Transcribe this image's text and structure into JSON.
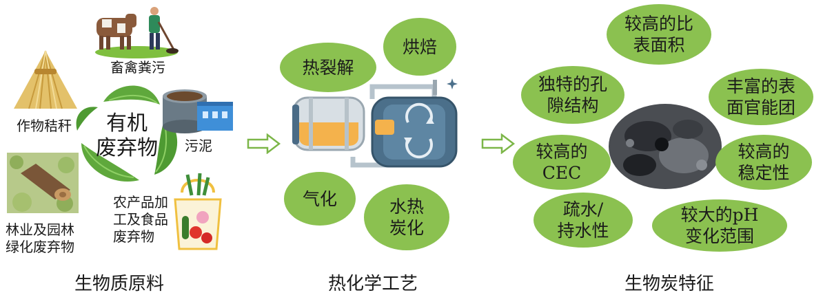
{
  "sections": {
    "feedstock": {
      "caption": "生物质原料",
      "center": "有机\n废弃物",
      "items": [
        "畜禽粪污",
        "作物秸秆",
        "污泥",
        "林业及园林\n绿化废弃物",
        "农产品加\n工及食品\n废弃物"
      ]
    },
    "process": {
      "caption": "热化学工艺",
      "methods": [
        "热裂解",
        "烘焙",
        "气化",
        "水热\n炭化"
      ]
    },
    "features": {
      "caption": "生物炭特征",
      "items": [
        "较高的比\n表面积",
        "独特的孔\n隙结构",
        "丰富的表\n面官能团",
        "较高的\nCEC",
        "较高的\n稳定性",
        "疏水/\n持水性",
        "较大的pH\n变化范围"
      ]
    }
  },
  "colors": {
    "ellipse": "#8bc150",
    "leaf": "#5fa83c",
    "arrow": "#7cb648"
  }
}
